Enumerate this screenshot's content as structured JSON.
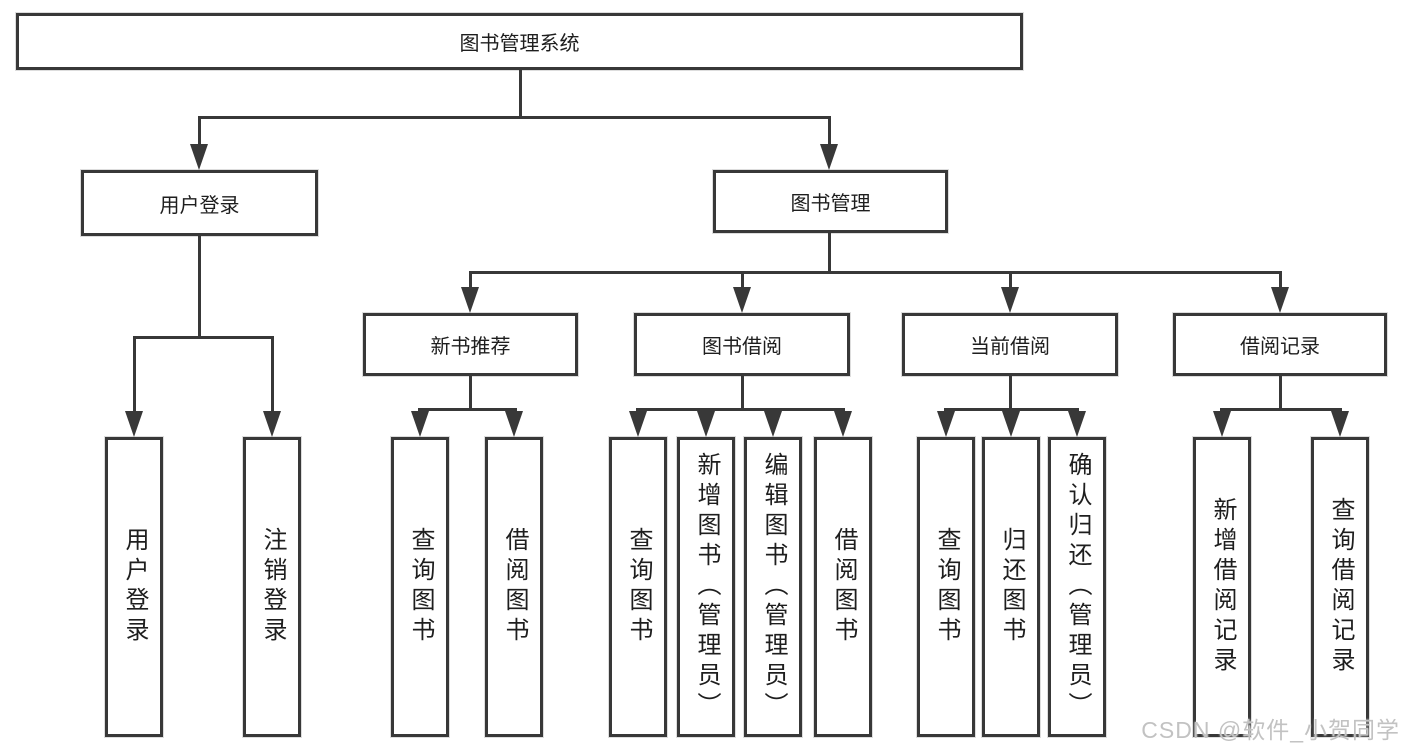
{
  "diagram_type": "hierarchy-chart",
  "tree": {
    "root": {
      "label": "图书管理系统"
    },
    "branches": [
      {
        "label": "用户登录",
        "children": [
          {
            "label": "用户登录"
          },
          {
            "label": "注销登录"
          }
        ]
      },
      {
        "label": "图书管理",
        "children": [
          {
            "label": "新书推荐",
            "children": [
              {
                "label": "查询图书"
              },
              {
                "label": "借阅图书"
              }
            ]
          },
          {
            "label": "图书借阅",
            "children": [
              {
                "label": "查询图书"
              },
              {
                "label": "新增图书（管理员）"
              },
              {
                "label": "编辑图书（管理员）"
              },
              {
                "label": "借阅图书"
              }
            ]
          },
          {
            "label": "当前借阅",
            "children": [
              {
                "label": "查询图书"
              },
              {
                "label": "归还图书"
              },
              {
                "label": "确认归还（管理员）"
              }
            ]
          },
          {
            "label": "借阅记录",
            "children": [
              {
                "label": "新增借阅记录"
              },
              {
                "label": "查询借阅记录"
              }
            ]
          }
        ]
      }
    ]
  },
  "watermark": {
    "text": "CSDN @软件_小贺同学"
  },
  "colors": {
    "line": "#383838",
    "text": "#1e1e1e",
    "background": "#ffffff",
    "watermark": "#c2c2c2"
  }
}
